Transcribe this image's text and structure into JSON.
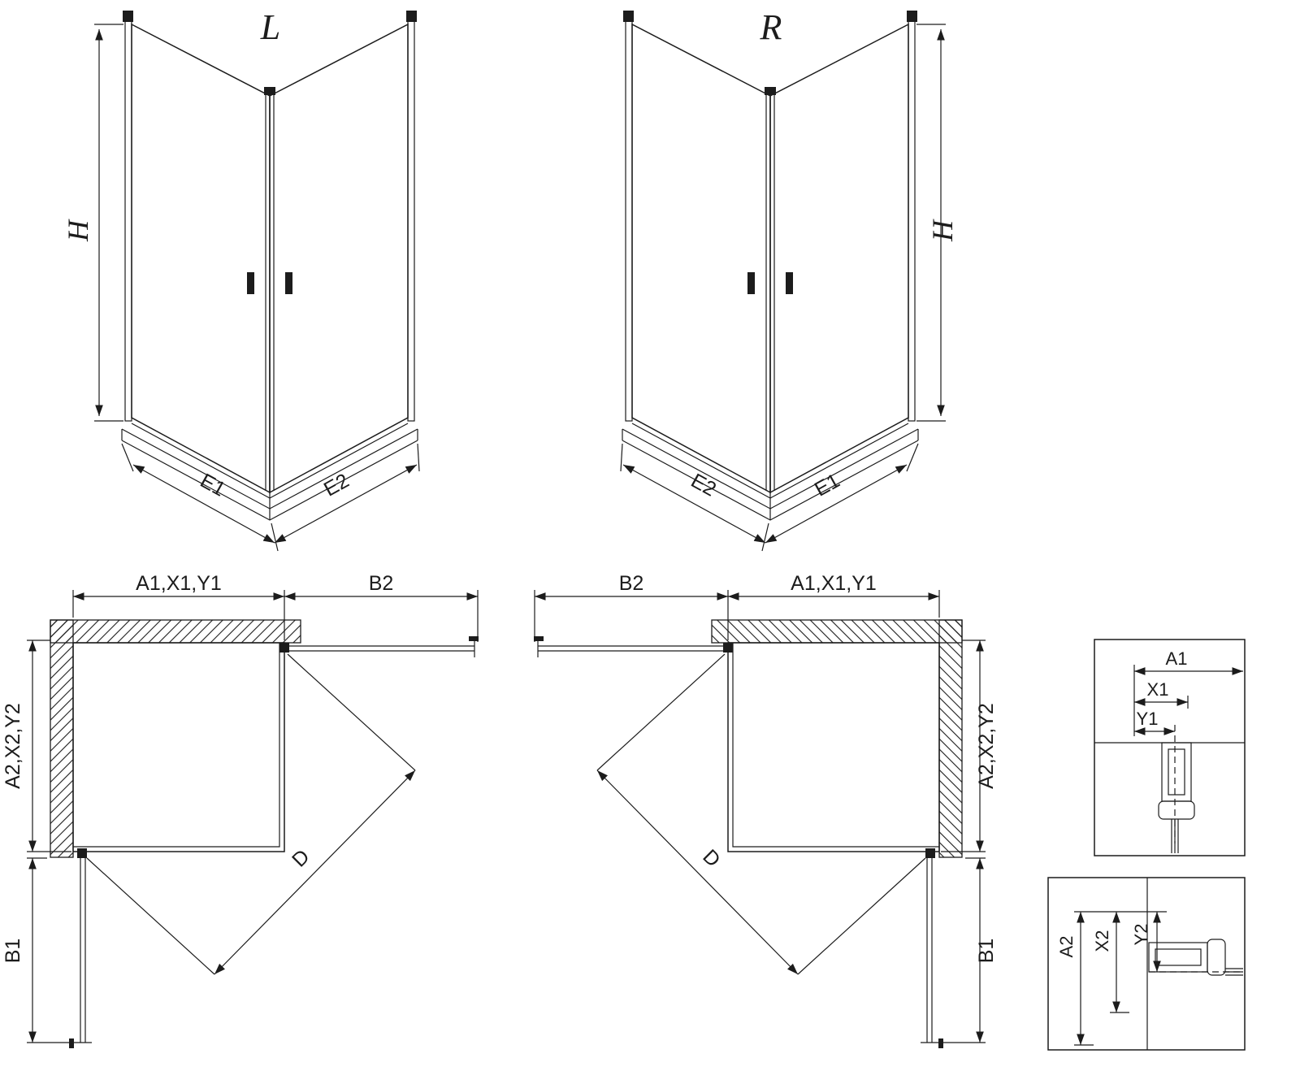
{
  "colors": {
    "line": "#1c1c1c",
    "bg": "#ffffff"
  },
  "iso_left": {
    "variant": "L",
    "height": "H",
    "edge_left": "E1",
    "edge_right": "E2"
  },
  "iso_right": {
    "variant": "R",
    "height": "H",
    "edge_left": "E2",
    "edge_right": "E1"
  },
  "plan_left": {
    "width_top": "A1,X1,Y1",
    "door_top": "B2",
    "depth_side": "A2,X2,Y2",
    "door_side": "B1",
    "diagonal": "D"
  },
  "plan_right": {
    "width_top": "A1,X1,Y1",
    "door_top": "B2",
    "depth_side": "A2,X2,Y2",
    "door_side": "B1",
    "diagonal": "D"
  },
  "detail_top": {
    "dim1": "A1",
    "dim2": "X1",
    "dim3": "Y1"
  },
  "detail_bottom": {
    "dim1": "A2",
    "dim2": "X2",
    "dim3": "Y2"
  }
}
